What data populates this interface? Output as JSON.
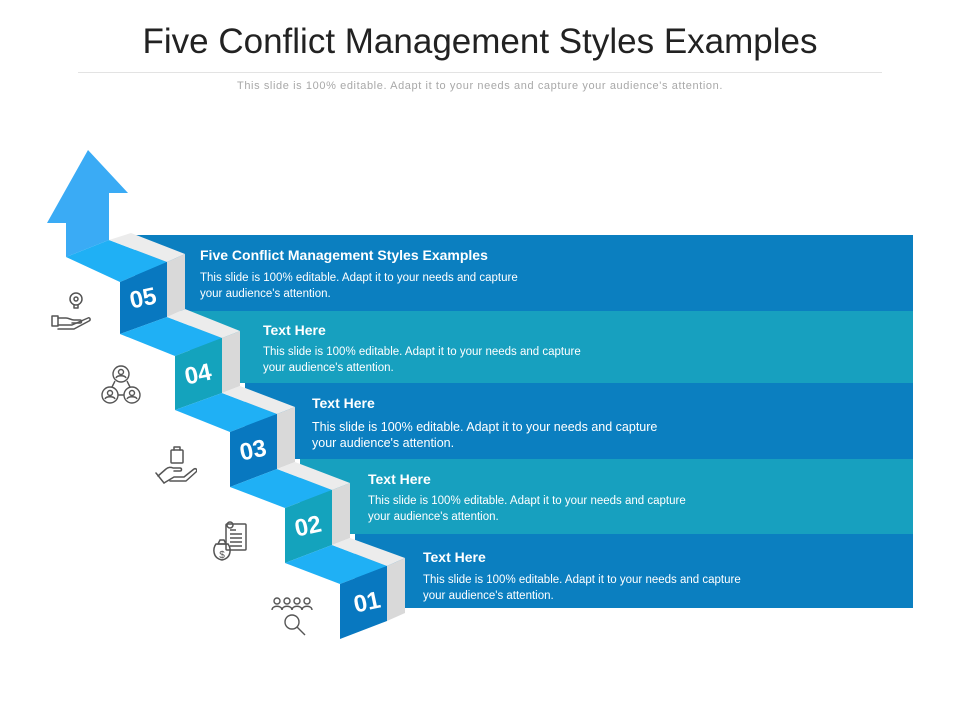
{
  "title": "Five Conflict Management Styles Examples",
  "subtitle": "This slide is 100% editable. Adapt it to your needs and capture your audience's attention.",
  "steps": [
    {
      "number": "05",
      "heading": "Five Conflict Management Styles Examples",
      "line1": "This slide is 100% editable. Adapt it to your needs and capture",
      "line2": "your audience's attention.",
      "icon": "hand-lightbulb-icon",
      "color": "#0b7fc0"
    },
    {
      "number": "04",
      "heading": "Text Here",
      "line1": "This slide is 100% editable. Adapt it to your needs and capture",
      "line2": "your audience's attention.",
      "icon": "team-network-icon",
      "color": "#17a0bf"
    },
    {
      "number": "03",
      "heading": "Text Here",
      "line1": "This slide is 100% editable. Adapt it to your needs and capture",
      "line2": "your audience's attention.",
      "icon": "hand-bag-icon",
      "color": "#0b7fc0"
    },
    {
      "number": "02",
      "heading": "Text Here",
      "line1": "This slide is 100% editable. Adapt it to your needs and capture",
      "line2": "your audience's attention.",
      "icon": "money-document-icon",
      "color": "#17a0bf"
    },
    {
      "number": "01",
      "heading": "Text Here",
      "line1": "This slide is 100% editable. Adapt it to your needs and capture",
      "line2": "your audience's attention.",
      "icon": "people-search-icon",
      "color": "#0b7fc0"
    }
  ],
  "colors": {
    "dark_band": "#0b7fc0",
    "light_band": "#17a0bf",
    "step_top": "#1fb0f5",
    "step_face_dark": "#0878c0",
    "step_face_light": "#14a3bd",
    "step_side": "#d9d9d9",
    "arrow": "#3aabf5"
  }
}
